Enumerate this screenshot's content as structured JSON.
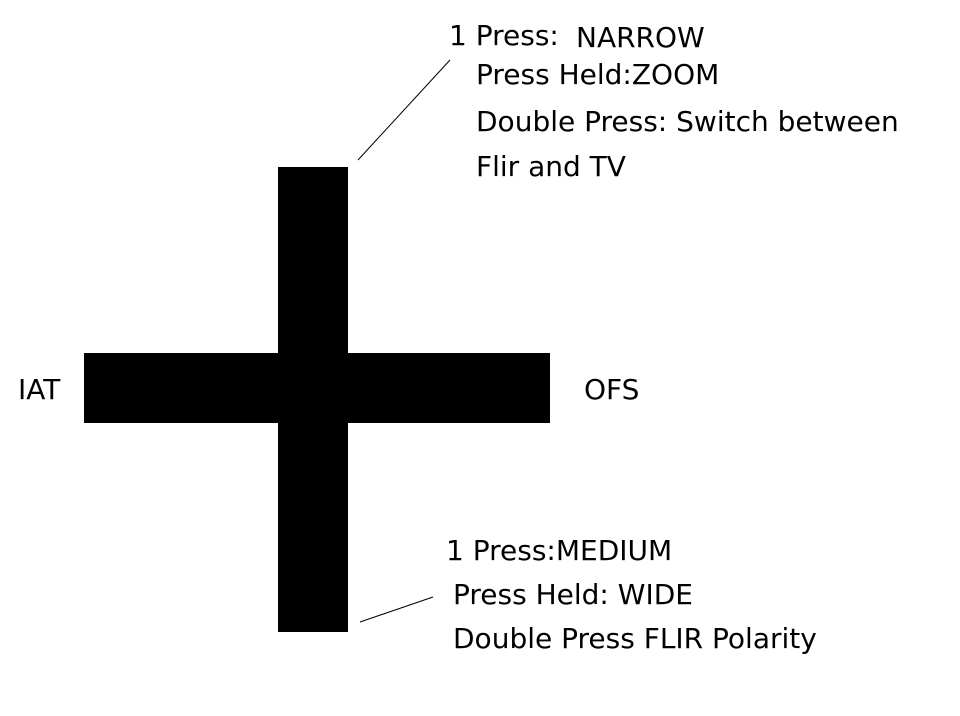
{
  "colors": {
    "background": "#ffffff",
    "cross": "#000000",
    "text": "#000000"
  },
  "left_label": "IAT",
  "right_label": "OFS",
  "up_action": {
    "press_prefix": "1 Press:",
    "press_value": "NARROW",
    "held": "Press Held:ZOOM",
    "double_line1": "Double Press: Switch between",
    "double_line2": "Flir and TV"
  },
  "down_action": {
    "press": "1 Press:MEDIUM",
    "held": "Press Held: WIDE",
    "double": "Double Press FLIR Polarity"
  }
}
